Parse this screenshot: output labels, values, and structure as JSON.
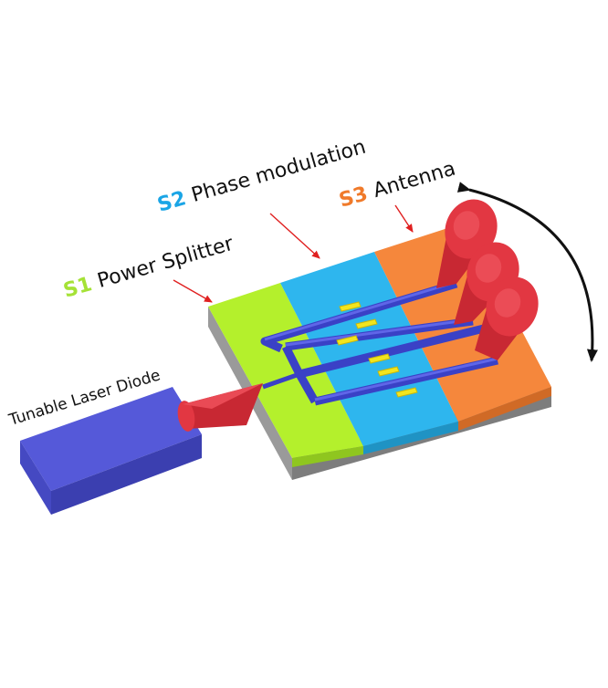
{
  "labels": {
    "s1": {
      "tag": "S1",
      "text": "Power Splitter"
    },
    "s2": {
      "tag": "S2",
      "text": "Phase modulation"
    },
    "s3": {
      "tag": "S3",
      "text": "Antenna"
    },
    "laser": "Tunable Laser Diode"
  },
  "colors": {
    "s1": "#b4f02c",
    "s2": "#2eb6ee",
    "s3": "#f5873c",
    "waveguide": "#3a41c6",
    "heater": "#f2e51e",
    "beam": "#e23742",
    "laser_top": "#5559d9",
    "laser_side": "#3b3fb0",
    "base": "#8c8c8c",
    "pointer": "#e02020",
    "sweep_arrow": "#111111"
  },
  "icons": {
    "pointer": "red-arrow-icon",
    "sweep": "curved-double-arrow-icon"
  }
}
